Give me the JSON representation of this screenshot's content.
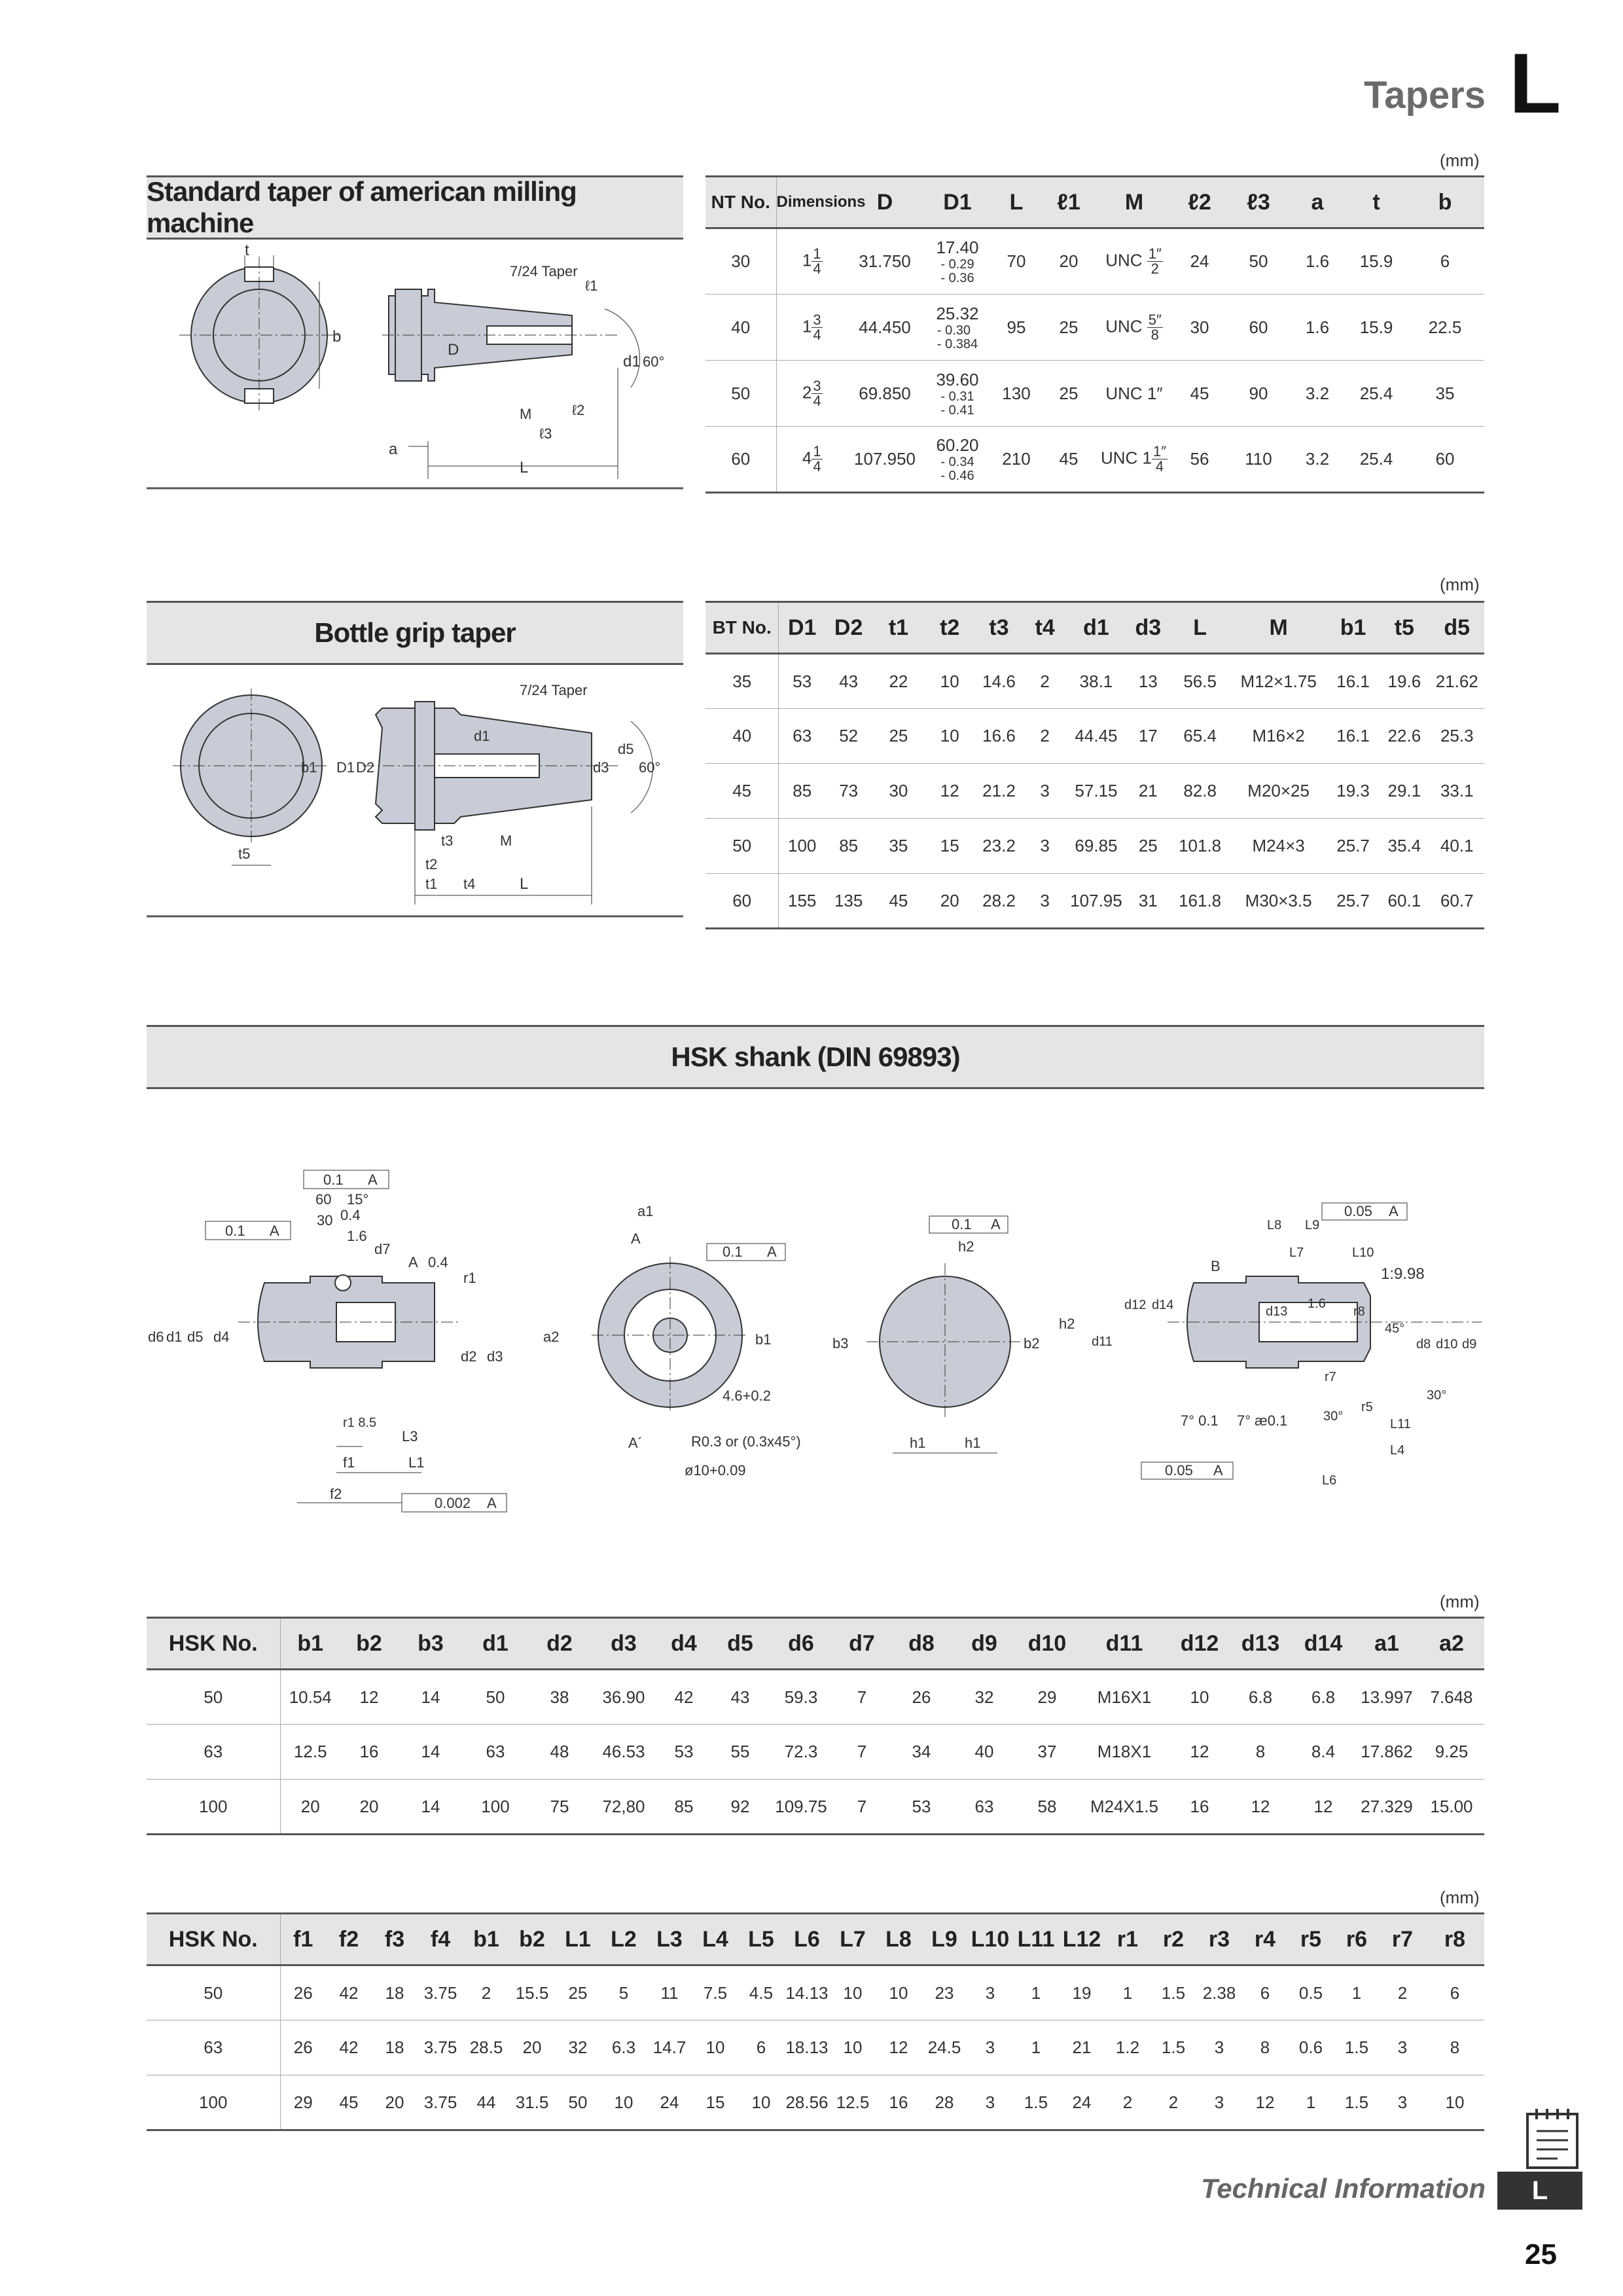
{
  "header": {
    "section": "Tapers",
    "letter": "L"
  },
  "unit": "(mm)",
  "nt": {
    "title": "Standard taper of american milling machine",
    "headers": [
      "NT No.",
      "Dimensions",
      "D",
      "D1",
      "L",
      "ℓ1",
      "M",
      "ℓ2",
      "ℓ3",
      "a",
      "t",
      "b"
    ],
    "rows": [
      {
        "no": "30",
        "dim_w": "1",
        "dim_n": "1",
        "dim_d": "4",
        "D": "31.750",
        "D1": "17.40",
        "tol_up": "- 0.29",
        "tol_lo": "- 0.36",
        "L": "70",
        "l1": "20",
        "M_p": "UNC",
        "M_w": "",
        "M_n": "1″",
        "M_d": "2",
        "l2": "24",
        "l3": "50",
        "a": "1.6",
        "t": "15.9",
        "b": "6"
      },
      {
        "no": "40",
        "dim_w": "1",
        "dim_n": "3",
        "dim_d": "4",
        "D": "44.450",
        "D1": "25.32",
        "tol_up": "- 0.30",
        "tol_lo": "- 0.384",
        "L": "95",
        "l1": "25",
        "M_p": "UNC",
        "M_w": "",
        "M_n": "5″",
        "M_d": "8",
        "l2": "30",
        "l3": "60",
        "a": "1.6",
        "t": "15.9",
        "b": "22.5"
      },
      {
        "no": "50",
        "dim_w": "2",
        "dim_n": "3",
        "dim_d": "4",
        "D": "69.850",
        "D1": "39.60",
        "tol_up": "- 0.31",
        "tol_lo": "- 0.41",
        "L": "130",
        "l1": "25",
        "M_p": "UNC",
        "M_w": "1″",
        "M_n": "",
        "M_d": "",
        "l2": "45",
        "l3": "90",
        "a": "3.2",
        "t": "25.4",
        "b": "35"
      },
      {
        "no": "60",
        "dim_w": "4",
        "dim_n": "1",
        "dim_d": "4",
        "D": "107.950",
        "D1": "60.20",
        "tol_up": "- 0.34",
        "tol_lo": "- 0.46",
        "L": "210",
        "l1": "45",
        "M_p": "UNC",
        "M_w": "1",
        "M_n": "1″",
        "M_d": "4",
        "l2": "56",
        "l3": "110",
        "a": "3.2",
        "t": "25.4",
        "b": "60"
      }
    ],
    "drawing_labels": {
      "t": "t",
      "b": "b",
      "taper": "7/24 Taper",
      "l1": "ℓ1",
      "D": "D",
      "d1": "d1",
      "angle": "60°",
      "M": "M",
      "l2": "ℓ2",
      "l3": "ℓ3",
      "a": "a",
      "L": "L"
    }
  },
  "bt": {
    "title": "Bottle grip taper",
    "headers": [
      "BT No.",
      "D1",
      "D2",
      "t1",
      "t2",
      "t3",
      "t4",
      "d1",
      "d3",
      "L",
      "M",
      "b1",
      "t5",
      "d5"
    ],
    "rows": [
      [
        "35",
        "53",
        "43",
        "22",
        "10",
        "14.6",
        "2",
        "38.1",
        "13",
        "56.5",
        "M12×1.75",
        "16.1",
        "19.6",
        "21.62"
      ],
      [
        "40",
        "63",
        "52",
        "25",
        "10",
        "16.6",
        "2",
        "44.45",
        "17",
        "65.4",
        "M16×2",
        "16.1",
        "22.6",
        "25.3"
      ],
      [
        "45",
        "85",
        "73",
        "30",
        "12",
        "21.2",
        "3",
        "57.15",
        "21",
        "82.8",
        "M20×25",
        "19.3",
        "29.1",
        "33.1"
      ],
      [
        "50",
        "100",
        "85",
        "35",
        "15",
        "23.2",
        "3",
        "69.85",
        "25",
        "101.8",
        "M24×3",
        "25.7",
        "35.4",
        "40.1"
      ],
      [
        "60",
        "155",
        "135",
        "45",
        "20",
        "28.2",
        "3",
        "107.95",
        "31",
        "161.8",
        "M30×3.5",
        "25.7",
        "60.1",
        "60.7"
      ]
    ],
    "drawing_labels": {
      "taper": "7/24 Taper",
      "b1": "b1",
      "D1": "D1",
      "D2": "D2",
      "d1": "d1",
      "d3": "d3",
      "d5": "d5",
      "angle": "60°",
      "t5": "t5",
      "t3": "t3",
      "M": "M",
      "t2": "t2",
      "t1": "t1",
      "t4": "t4",
      "L": "L"
    }
  },
  "hsk": {
    "title": "HSK shank (DIN 69893)",
    "drawing_labels": {
      "tol01": "0.1",
      "datumA": "A",
      "v60": "60",
      "v15": "15°",
      "v30": "30",
      "v04": "0.4",
      "v16": "1.6",
      "d7": "d7",
      "r1": "r1",
      "d6": "d6",
      "d1": "d1",
      "d5": "d5",
      "d4": "d4",
      "d2": "d2",
      "d3": "d3",
      "r15": "r1 8.5",
      "L3": "L3",
      "f1": "f1",
      "L1": "L1",
      "f2": "f2",
      "tol0002": "0.002",
      "a1": "a1",
      "a2": "a2",
      "b1": "b1",
      "aa": "A",
      "aprime": "A´",
      "v46": "4.6+0.2",
      "r03": "R0.3 or (0.3x45°)",
      "p10": "ø10+0.09",
      "h2": "h2",
      "b3": "b3",
      "b2": "b2",
      "h1": "h1",
      "tol005": "0.05",
      "L8": "L8",
      "L9": "L9",
      "L7": "L7",
      "L10": "L10",
      "ratio": "1:9.98",
      "B": "B",
      "d12": "d12",
      "d14": "d14",
      "d11": "d11",
      "d13": "d13",
      "r8": "r8",
      "v45": "45°",
      "d8": "d8",
      "d10": "d10",
      "d9": "d9",
      "r7": "r7",
      "r5": "r5",
      "v30b": "30°",
      "L11": "L11",
      "L4": "L4",
      "L6": "L6",
      "v7a": "7° 0.1",
      "v7b": "7° æ0.1",
      "v30c": "30°"
    },
    "table1": {
      "headers": [
        "HSK No.",
        "b1",
        "b2",
        "b3",
        "d1",
        "d2",
        "d3",
        "d4",
        "d5",
        "d6",
        "d7",
        "d8",
        "d9",
        "d10",
        "d11",
        "d12",
        "d13",
        "d14",
        "a1",
        "a2"
      ],
      "rows": [
        [
          "50",
          "10.54",
          "12",
          "14",
          "50",
          "38",
          "36.90",
          "42",
          "43",
          "59.3",
          "7",
          "26",
          "32",
          "29",
          "M16X1",
          "10",
          "6.8",
          "6.8",
          "13.997",
          "7.648"
        ],
        [
          "63",
          "12.5",
          "16",
          "14",
          "63",
          "48",
          "46.53",
          "53",
          "55",
          "72.3",
          "7",
          "34",
          "40",
          "37",
          "M18X1",
          "12",
          "8",
          "8.4",
          "17.862",
          "9.25"
        ],
        [
          "100",
          "20",
          "20",
          "14",
          "100",
          "75",
          "72,80",
          "85",
          "92",
          "109.75",
          "7",
          "53",
          "63",
          "58",
          "M24X1.5",
          "16",
          "12",
          "12",
          "27.329",
          "15.00"
        ]
      ]
    },
    "table2": {
      "headers": [
        "HSK No.",
        "f1",
        "f2",
        "f3",
        "f4",
        "b1",
        "b2",
        "L1",
        "L2",
        "L3",
        "L4",
        "L5",
        "L6",
        "L7",
        "L8",
        "L9",
        "L10",
        "L11",
        "L12",
        "r1",
        "r2",
        "r3",
        "r4",
        "r5",
        "r6",
        "r7",
        "r8"
      ],
      "rows": [
        [
          "50",
          "26",
          "42",
          "18",
          "3.75",
          "2",
          "15.5",
          "25",
          "5",
          "11",
          "7.5",
          "4.5",
          "14.13",
          "10",
          "10",
          "23",
          "3",
          "1",
          "19",
          "1",
          "1.5",
          "2.38",
          "6",
          "0.5",
          "1",
          "2",
          "6"
        ],
        [
          "63",
          "26",
          "42",
          "18",
          "3.75",
          "28.5",
          "20",
          "32",
          "6.3",
          "14.7",
          "10",
          "6",
          "18.13",
          "10",
          "12",
          "24.5",
          "3",
          "1",
          "21",
          "1.2",
          "1.5",
          "3",
          "8",
          "0.6",
          "1.5",
          "3",
          "8"
        ],
        [
          "100",
          "29",
          "45",
          "20",
          "3.75",
          "44",
          "31.5",
          "50",
          "10",
          "24",
          "15",
          "10",
          "28.56",
          "12.5",
          "16",
          "28",
          "3",
          "1.5",
          "24",
          "2",
          "2",
          "3",
          "12",
          "1",
          "1.5",
          "3",
          "10"
        ]
      ]
    }
  },
  "footer": {
    "text": "Technical Information",
    "tab": "L",
    "page": "25"
  }
}
